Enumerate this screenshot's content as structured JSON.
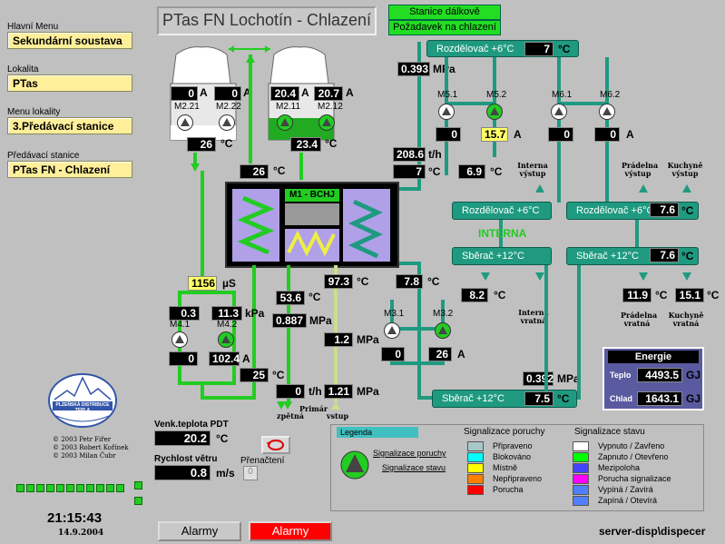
{
  "title": "PTas FN Lochotín - Chlazení",
  "top_buttons": {
    "remote": "Stanice dálkově",
    "request": "Požadavek na chlazení"
  },
  "left": {
    "main_menu_label": "Hlavní Menu",
    "main_menu_value": "Sekundární soustava",
    "locality_label": "Lokalita",
    "locality_value": "PTas",
    "locality_menu_label": "Menu lokality",
    "locality_menu_value": "3.Předávací stanice",
    "station_label": "Předávací stanice",
    "station_value": "PTas FN - Chlazení",
    "logo_text": "PLZEŇSKÁ DISTRIBUCE TEPLA",
    "credits": [
      "© 2003 Petr Fiřer",
      "© 2003 Robert Kořínek",
      "© 2003 Milan Čubr"
    ],
    "clock": "21:15:43",
    "date": "14.9.2004"
  },
  "weather": {
    "temp_label": "Venk.teplota PDT",
    "temp_value": "20.2",
    "temp_unit": "°C",
    "wind_label": "Rychlost větru",
    "wind_value": "0.8",
    "wind_unit": "m/s",
    "switch_label": "Přenačtení",
    "switch_value": "0"
  },
  "towers": {
    "a_unit": "A",
    "m221": {
      "name": "M2.21",
      "value": "0"
    },
    "m222": {
      "name": "M2.22",
      "value": "0"
    },
    "m211": {
      "name": "M2.11",
      "value": "20.4"
    },
    "m212": {
      "name": "M2.12",
      "value": "20.7"
    },
    "t_left": "26",
    "t_right": "23.4",
    "t_mid": "26",
    "deg": "°C"
  },
  "chiller": {
    "name": "M1 - BCHJ"
  },
  "primary": {
    "conductivity": "1156",
    "cond_unit": "µS",
    "m41": {
      "name": "M4.1",
      "value": "0.3",
      "current": "0"
    },
    "m42": {
      "name": "M4.2",
      "value": "11.3",
      "current": "102.4"
    },
    "kpa": "kPa",
    "t_return": "25",
    "t1": "53.6",
    "p1": "0.887",
    "t2": "97.3",
    "p2": "1.2",
    "flow": "0",
    "flow_unit": "t/h",
    "p3": "1.21",
    "mpa": "MPa",
    "lbl_zpet": "zpětná",
    "lbl_prim": "Primár",
    "lbl_vstup": "vstup"
  },
  "distribution": {
    "rozdelovac_top": "Rozdělovač +6°C",
    "rozdelovac_top_val": "7",
    "p_top": "0.393",
    "m51": {
      "name": "M5.1",
      "current": "0"
    },
    "m52": {
      "name": "M5.2",
      "current": "15.7"
    },
    "m61": {
      "name": "M6.1",
      "current": "0"
    },
    "m62": {
      "name": "M6.2",
      "current": "0"
    },
    "flow_val": "208.6",
    "flow_unit": "t/h",
    "t_supply": "7",
    "t_interna_out": "6.9",
    "interna_vystup": "Interna výstup",
    "pradelna_vystup": "Prádelna výstup",
    "kuchyne_vystup": "Kuchyně výstup",
    "rozdelovac_int": "Rozdělovač +6°C",
    "rozdelovac_right": "Rozdělovač +6°C",
    "rozdelovac_right_val": "7.6",
    "interna": "INTERNA",
    "sberac_int": "Sběrač +12°C",
    "sberac_right": "Sběrač +12°C",
    "sberac_right_val": "7.6",
    "t_int_return": "8.2",
    "interna_vratna": "Interna vratná",
    "t_prad": "11.9",
    "t_kuch": "15.1",
    "pradelna_vratna": "Prádelna vratná",
    "kuchyne_vratna": "Kuchyně vratná",
    "t_mid": "7.8",
    "m31": {
      "name": "M3.1",
      "current": "0"
    },
    "m32": {
      "name": "M3.2",
      "current": "26"
    },
    "p_bottom": "0.392",
    "sberac_bottom": "Sběrač +12°C",
    "sberac_bottom_val": "7.5"
  },
  "energy": {
    "title": "Energie",
    "teplo_label": "Teplo",
    "teplo_value": "4493.5",
    "chlad_label": "Chlad",
    "chlad_value": "1643.1",
    "unit": "GJ"
  },
  "legend": {
    "title": "Legenda",
    "col1_title": "Signalizace poruchy",
    "col2_title": "Signalizace stavu",
    "sym_fault": "Signalizace poruchy",
    "sym_state": "Signalizace stavu",
    "faults": [
      {
        "label": "Připraveno",
        "color": "#a8c8c8"
      },
      {
        "label": "Blokováno",
        "color": "#00ffff"
      },
      {
        "label": "Místně",
        "color": "#ffff00"
      },
      {
        "label": "Nepřipraveno",
        "color": "#ff8000"
      },
      {
        "label": "Porucha",
        "color": "#ff0000"
      }
    ],
    "states": [
      {
        "label": "Vypnuto / Zavřeno",
        "color": "#ffffff"
      },
      {
        "label": "Zapnuto / Otevřeno",
        "color": "#00ff00"
      },
      {
        "label": "Mezipoloha",
        "color": "#4444ff"
      },
      {
        "label": "Porucha signalizace",
        "color": "#ff00ff"
      },
      {
        "label": "Vypíná / Zavírá",
        "color": "#5080ff"
      },
      {
        "label": "Zapíná / Otevírá",
        "color": "#5080ff"
      }
    ]
  },
  "bottom": {
    "alarm1": "Alarmy",
    "alarm2": "Alarmy",
    "server": "server-disp\\dispecer"
  }
}
